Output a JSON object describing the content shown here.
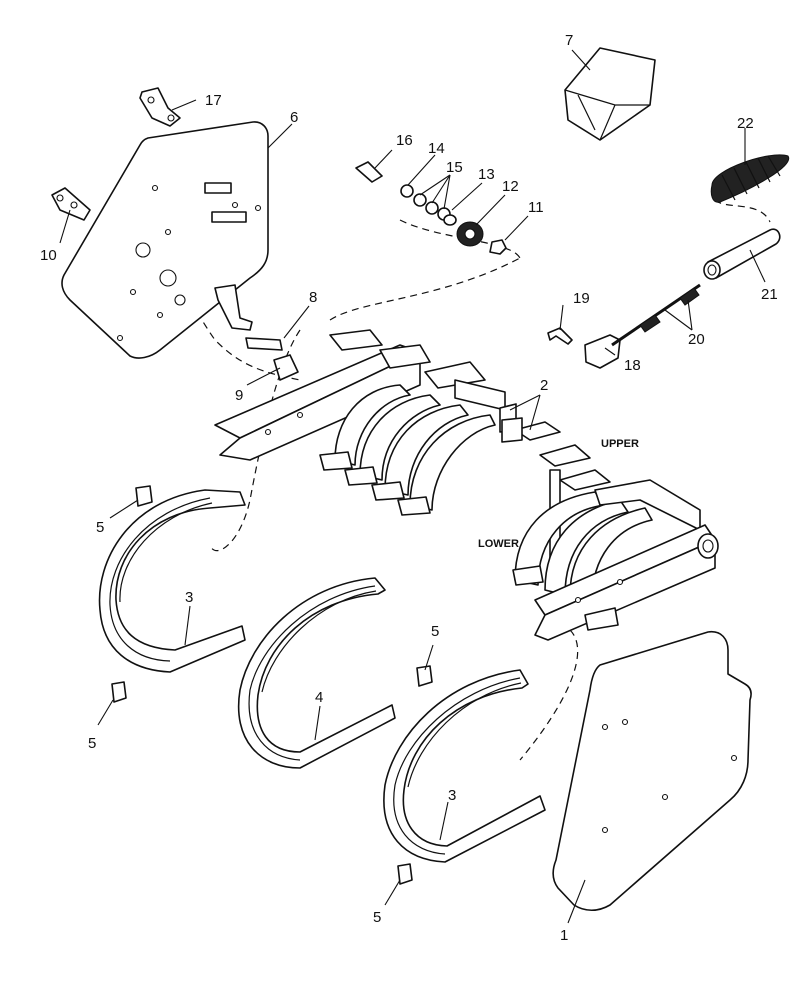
{
  "callouts": {
    "c1": "1",
    "c2": "2",
    "c3a": "3",
    "c3b": "3",
    "c4": "4",
    "c5a": "5",
    "c5b": "5",
    "c5c": "5",
    "c5d": "5",
    "c6": "6",
    "c7": "7",
    "c8": "8",
    "c9": "9",
    "c10": "10",
    "c11": "11",
    "c12": "12",
    "c13": "13",
    "c14": "14",
    "c15": "15",
    "c16": "16",
    "c17": "17",
    "c18": "18",
    "c19": "19",
    "c20": "20",
    "c21": "21",
    "c22": "22"
  },
  "labels": {
    "upper": "UPPER",
    "lower": "LOWER"
  }
}
